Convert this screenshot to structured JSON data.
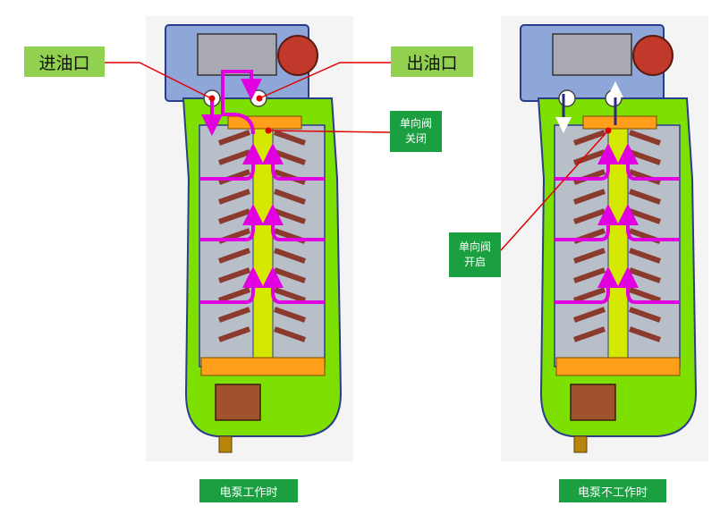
{
  "labels": {
    "inlet": "进油口",
    "outlet": "出油口",
    "check_valve_closed": "单向阀\n关闭",
    "check_valve_open": "单向阀\n开启"
  },
  "captions": {
    "pump_on": "电泵工作时",
    "pump_off": "电泵不工作时"
  },
  "colors": {
    "housing_green": "#7de000",
    "filter_gray": "#b8bfc9",
    "flow_arrow": "#e000e0",
    "valve_orange": "#ff9f1a",
    "label_light": "#92d050",
    "label_dark": "#1aa040",
    "leader_red": "#e00000"
  }
}
